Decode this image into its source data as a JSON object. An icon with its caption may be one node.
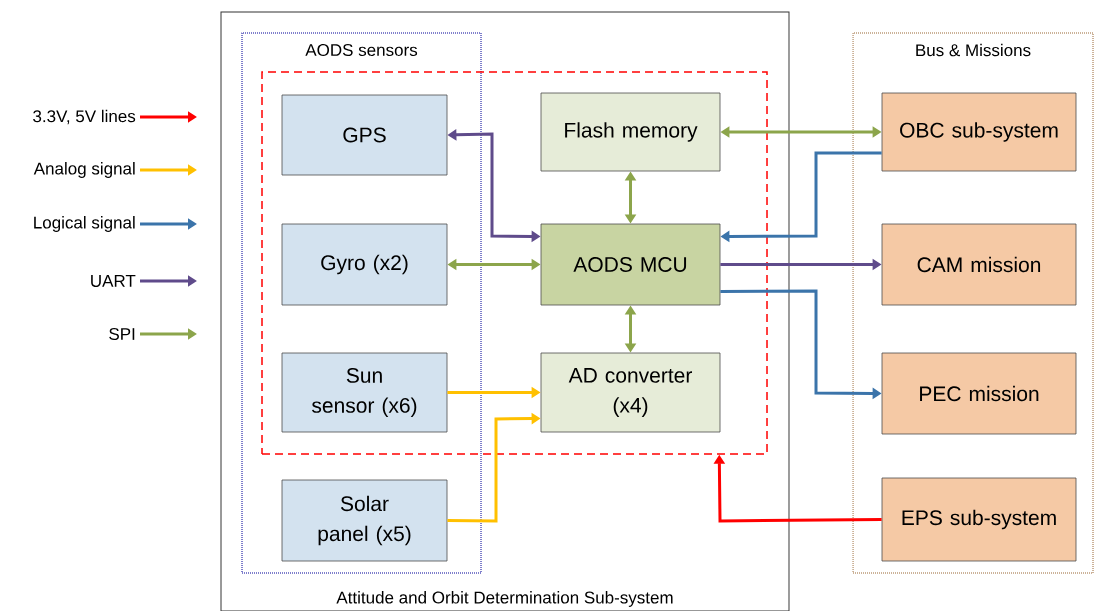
{
  "diagram": {
    "nodes": [
      {
        "text": [
          "Attitude and Orbit Determination Sub-system"
        ]
      },
      {
        "text": [
          "AODS sensors"
        ],
        "in": 0
      },
      {
        "text": [],
        "shape": "box",
        "in": 0
      },
      {
        "text": [
          "GPS"
        ]
      },
      {
        "text": [
          "Gyro (x2)"
        ]
      },
      {
        "text": [
          "Sun sensor (x6)"
        ]
      },
      {
        "text": [
          "Solar panel (x5)"
        ],
        "in": 1
      },
      {
        "text": [
          "Flash memory"
        ],
        "in": 2
      },
      {
        "text": [
          "AODS MCU"
        ],
        "in": 2
      },
      {
        "text": [
          "AD converter (x4)"
        ],
        "in": 2
      },
      {
        "text": [
          "Bus & Missions"
        ]
      },
      {
        "text": [
          "OBC sub-system"
        ],
        "in": 10
      },
      {
        "text": [
          "CAM mission"
        ],
        "in": 10
      },
      {
        "text": [
          "PEC mission"
        ],
        "in": 10
      },
      {
        "text": [
          "EPS sub-system"
        ],
        "in": 10
      }
    ],
    "edges": [
      {
        "from": 3,
        "to": 8,
        "arrow": "both",
        "color": "#5f4b8b"
      },
      {
        "from": 4,
        "to": 8,
        "arrow": "both",
        "color": "#8ca54b"
      },
      {
        "from": 7,
        "to": 8,
        "arrow": "both",
        "color": "#8ca54b"
      },
      {
        "from": 8,
        "to": 9,
        "arrow": "both",
        "color": "#8ca54b"
      },
      {
        "from": 5,
        "to": 9,
        "arrow": "to",
        "color": "#ffc000"
      },
      {
        "from": 6,
        "to": 9,
        "arrow": "to",
        "color": "#ffc000"
      },
      {
        "from": 7,
        "to": 11,
        "arrow": "both",
        "color": "#8ca54b"
      },
      {
        "from": 11,
        "to": 8,
        "arrow": "to",
        "color": "#3b74aa"
      },
      {
        "from": 8,
        "to": 12,
        "arrow": "to",
        "color": "#5f4b8b"
      },
      {
        "from": 8,
        "to": 13,
        "arrow": "to",
        "color": "#3b74aa"
      },
      {
        "from": 14,
        "to": 2,
        "arrow": "to",
        "color": "#ff0000"
      }
    ],
    "legend": [
      {
        "text": "3.3V, 5V lines",
        "color": "#ff0000"
      },
      {
        "text": "Analog signal",
        "color": "#ffc000"
      },
      {
        "text": "Logical signal",
        "color": "#3b74aa"
      },
      {
        "text": "UART",
        "color": "#5f4b8b"
      },
      {
        "text": "SPI",
        "color": "#8ca54b"
      }
    ]
  }
}
